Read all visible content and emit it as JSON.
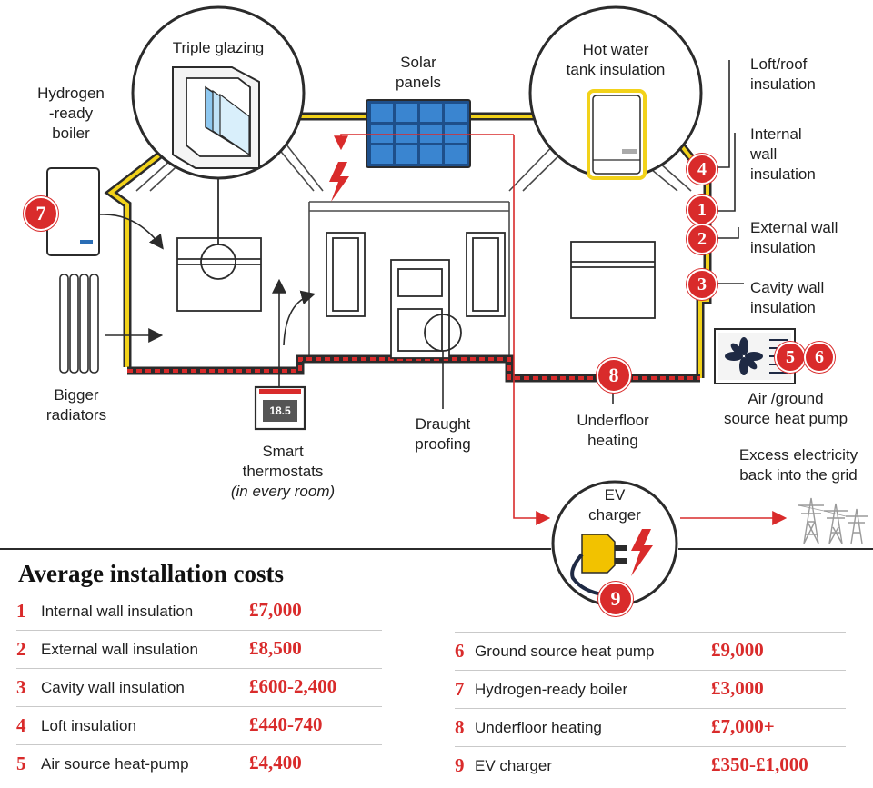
{
  "labels": {
    "triple_glazing": "Triple glazing",
    "solar_panels": [
      "Solar",
      "panels"
    ],
    "hot_water": [
      "Hot water",
      "tank insulation"
    ],
    "loft": [
      "Loft/roof",
      "insulation"
    ],
    "internal_wall": [
      "Internal",
      "wall",
      "insulation"
    ],
    "external_wall": [
      "External wall",
      "insulation"
    ],
    "cavity_wall": [
      "Cavity wall",
      "insulation"
    ],
    "hydrogen_boiler": [
      "Hydrogen",
      "-ready",
      "boiler"
    ],
    "bigger_radiators": [
      "Bigger",
      "radiators"
    ],
    "smart_thermostats": [
      "Smart",
      "thermostats"
    ],
    "smart_thermostats_note": "(in every room)",
    "thermostat_display": "18.5",
    "draught_proofing": [
      "Draught",
      "proofing"
    ],
    "underfloor_heating": [
      "Underfloor",
      "heating"
    ],
    "heat_pump": [
      "Air /ground",
      "source heat pump"
    ],
    "ev_charger": [
      "EV",
      "charger"
    ],
    "excess_electricity": [
      "Excess electricity",
      "back into the grid"
    ]
  },
  "markers": {
    "m1": "1",
    "m2": "2",
    "m3": "3",
    "m4": "4",
    "m5": "5",
    "m6": "6",
    "m7": "7",
    "m8": "8",
    "m9": "9"
  },
  "costs": {
    "title": "Average installation costs",
    "left": [
      {
        "num": "1",
        "name": "Internal wall insulation",
        "cost": "£7,000"
      },
      {
        "num": "2",
        "name": "External wall insulation",
        "cost": "£8,500"
      },
      {
        "num": "3",
        "name": "Cavity wall insulation",
        "cost": "£600-2,400"
      },
      {
        "num": "4",
        "name": "Loft insulation",
        "cost": "£440-740"
      },
      {
        "num": "5",
        "name": "Air source heat-pump",
        "cost": "£4,400"
      }
    ],
    "right": [
      {
        "num": "6",
        "name": "Ground source heat pump",
        "cost": "£9,000"
      },
      {
        "num": "7",
        "name": "Hydrogen-ready boiler",
        "cost": "£3,000"
      },
      {
        "num": "8",
        "name": "Underfloor heating",
        "cost": "£7,000+"
      },
      {
        "num": "9",
        "name": "EV charger",
        "cost": "£350-£1,000"
      }
    ]
  },
  "colors": {
    "accent_red": "#d92b2b",
    "insulation_yellow": "#f2d21a",
    "solar_blue": "#2a6db5",
    "outline": "#2b2b2b"
  }
}
